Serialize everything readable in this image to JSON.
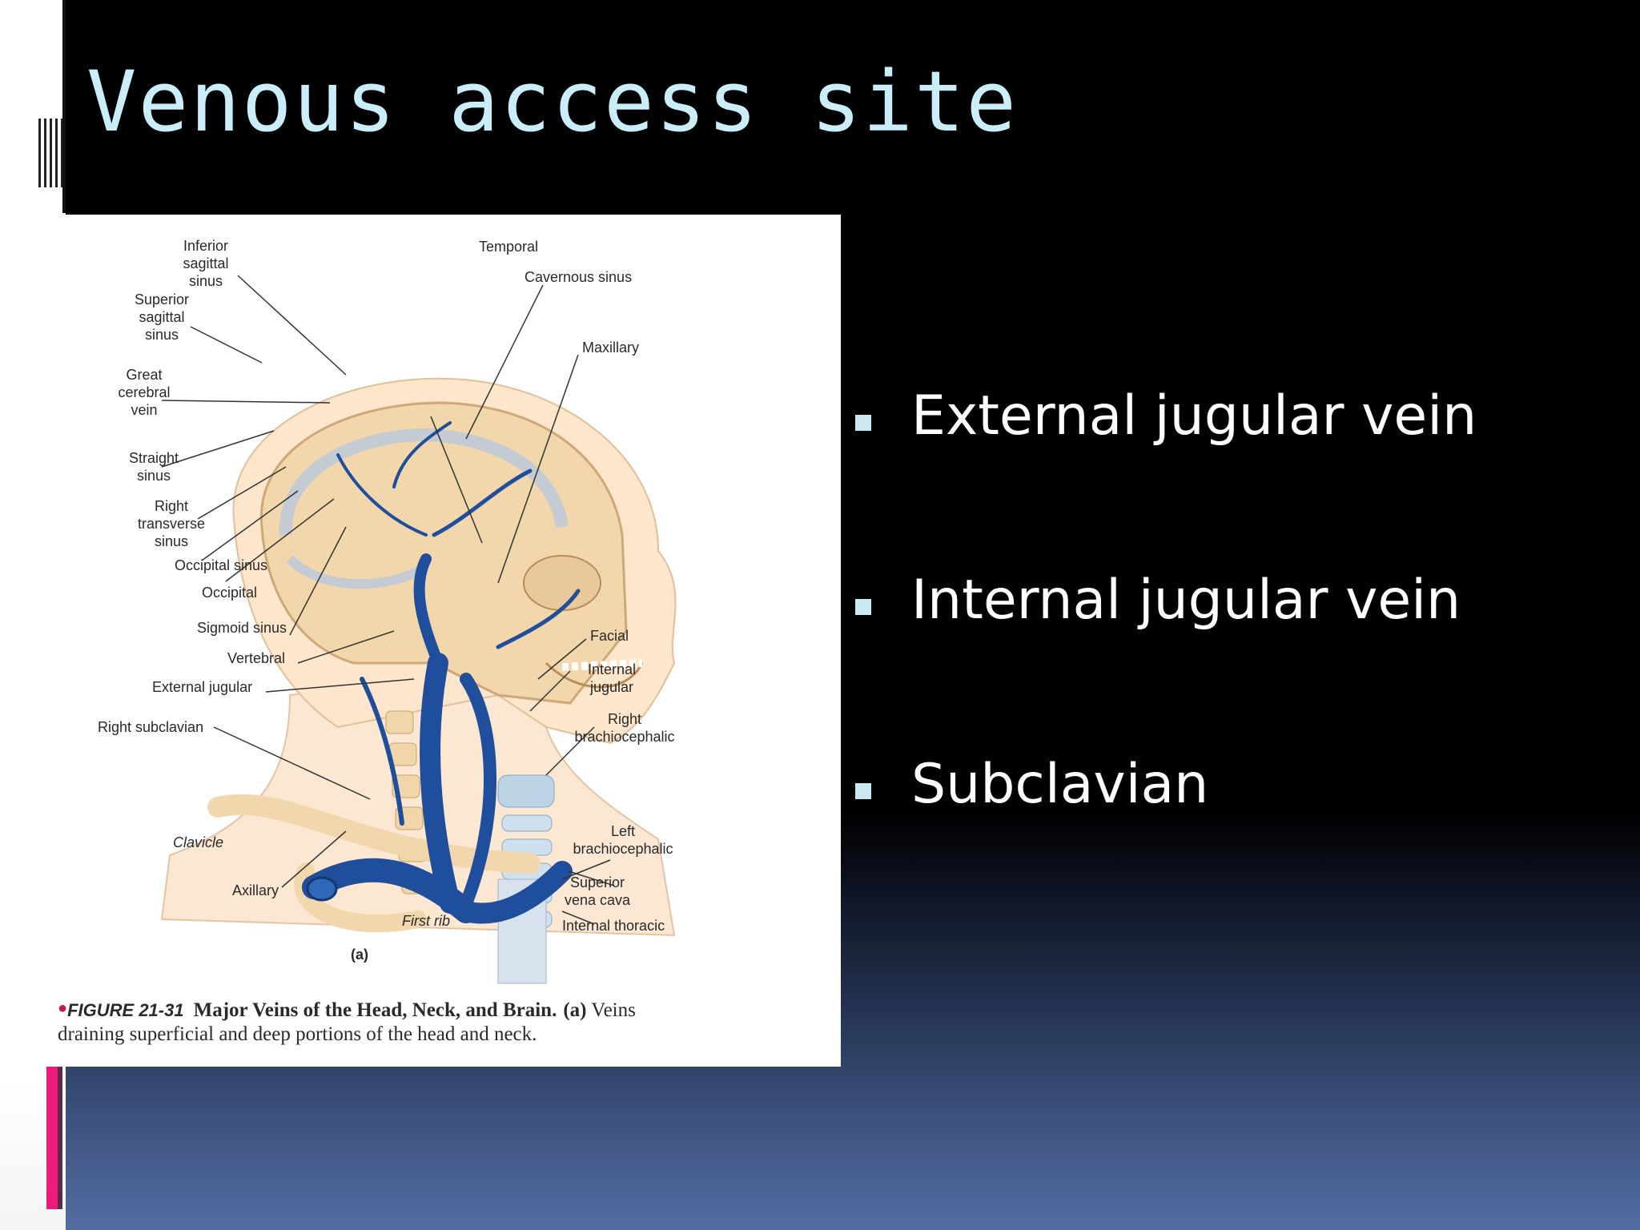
{
  "slide": {
    "title": "Venous access site",
    "bullets": [
      "External jugular vein",
      "Internal jugular vein",
      "Subclavian"
    ]
  },
  "figure": {
    "labels": {
      "inferior_sagittal_sinus": [
        "Inferior",
        "sagittal",
        "sinus"
      ],
      "superior_sagittal_sinus": [
        "Superior",
        "sagittal",
        "sinus"
      ],
      "great_cerebral_vein": [
        "Great",
        "cerebral",
        "vein"
      ],
      "straight_sinus": [
        "Straight",
        "sinus"
      ],
      "right_transverse_sinus": [
        "Right",
        "transverse",
        "sinus"
      ],
      "occipital_sinus": "Occipital sinus",
      "occipital": "Occipital",
      "sigmoid_sinus": "Sigmoid sinus",
      "vertebral": "Vertebral",
      "external_jugular": "External jugular",
      "right_subclavian": "Right subclavian",
      "clavicle": "Clavicle",
      "axillary": "Axillary",
      "first_rib": "First rib",
      "part": "(a)",
      "temporal": "Temporal",
      "cavernous_sinus": "Cavernous sinus",
      "maxillary": "Maxillary",
      "facial": "Facial",
      "internal_jugular": [
        "Internal",
        "jugular"
      ],
      "right_brachiocephalic": [
        "Right",
        "brachiocephalic"
      ],
      "left_brachiocephalic": [
        "Left",
        "brachiocephalic"
      ],
      "superior_vena_cava": [
        "Superior",
        "vena cava"
      ],
      "internal_thoracic": "Internal thoracic"
    },
    "caption": {
      "figure_number": "FIGURE 21-31",
      "title": "Major Veins of the Head, Neck, and Brain.",
      "part": "(a)",
      "text_line1": "Veins",
      "text_line2": "draining superficial and deep portions of the head and neck."
    }
  },
  "colors": {
    "title": "#c9eefa",
    "bullet_marker": "#c9e8f2",
    "bullet_text": "#ffffff",
    "vein_blue": "#1f4e9c",
    "bone": "#f1d7ab",
    "accent_pink": "#ec1a7a"
  }
}
